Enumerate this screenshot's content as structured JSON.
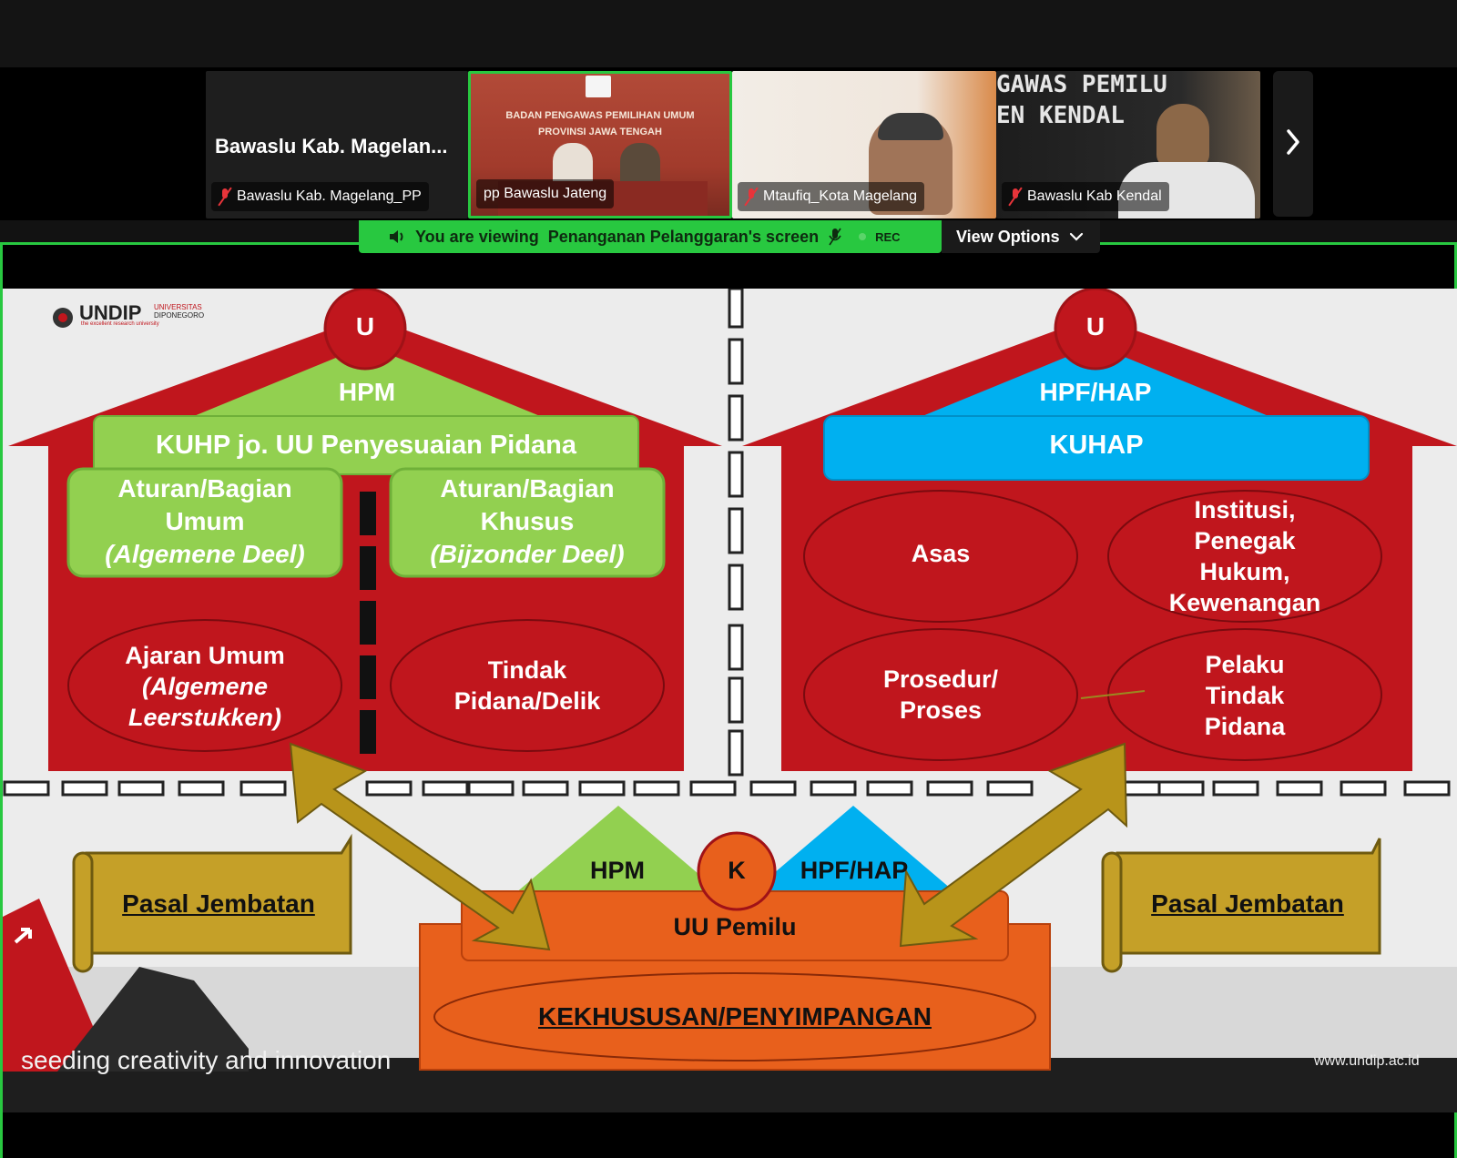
{
  "meeting": {
    "tiles": [
      {
        "name": "Bawaslu Kab. Magelang_PP",
        "big_label": "Bawaslu Kab. Magelan...",
        "muted": true
      },
      {
        "name": "pp Bawaslu Jateng",
        "muted": false,
        "backdrop_line1": "BADAN PENGAWAS PEMILIHAN UMUM",
        "backdrop_line2": "PROVINSI JAWA TENGAH"
      },
      {
        "name": "Mtaufiq_Kota Magelang",
        "muted": true
      },
      {
        "name": "Bawaslu Kab Kendal",
        "muted": true,
        "backdrop_text": "GAWAS PEMILU EN KENDAL"
      }
    ],
    "next_icon": "chevron-right-icon",
    "share_bar": {
      "prefix": "You are viewing",
      "owner_screen": "Penanganan Pelanggaran's screen",
      "rec": "REC",
      "speaker_icon": "speaker-icon",
      "mic_icon": "mic-icon"
    },
    "view_options": "View Options",
    "colors": {
      "accent_green": "#28c840",
      "mute_red": "#e8343a"
    }
  },
  "slide": {
    "logo": {
      "name": "UNDIP",
      "sub1": "UNIVERSITAS",
      "sub2": "DIPONEGORO",
      "tagline": "the excellent research university"
    },
    "left_house": {
      "roof_circle": "U",
      "gable": "HPM",
      "beam": "KUHP jo. UU Penyesuaian Pidana",
      "box_left": {
        "l1": "Aturan/Bagian",
        "l2": "Umum",
        "l3": "(Algemene Deel)"
      },
      "box_right": {
        "l1": "Aturan/Bagian",
        "l2": "Khusus",
        "l3": "(Bijzonder Deel)"
      },
      "oval_left": {
        "l1": "Ajaran Umum",
        "l2": "(Algemene",
        "l3": "Leerstukken)"
      },
      "oval_right": {
        "l1": "Tindak",
        "l2": "Pidana/Delik"
      }
    },
    "right_house": {
      "roof_circle": "U",
      "gable": "HPF/HAP",
      "beam": "KUHAP",
      "oval_tl": "Asas",
      "oval_tr": {
        "l1": "Institusi,",
        "l2": "Penegak",
        "l3": "Hukum,",
        "l4": "Kewenangan"
      },
      "oval_bl": {
        "l1": "Prosedur/",
        "l2": "Proses"
      },
      "oval_br": {
        "l1": "Pelaku",
        "l2": "Tindak",
        "l3": "Pidana"
      }
    },
    "bottom": {
      "hpm": "HPM",
      "k": "K",
      "hpf": "HPF/HAP",
      "uu": "UU Pemilu",
      "special": "KEKHUSUSAN/PENYIMPANGAN",
      "scroll_left": "Pasal Jembatan",
      "scroll_right": "Pasal Jembatan"
    },
    "footer": {
      "motto": "seeding creativity and innovation",
      "url": "www.undip.ac.id"
    },
    "colors": {
      "red": "#c0161d",
      "dark_red": "#a01217",
      "green": "#92d050",
      "blue": "#00b0f0",
      "orange": "#e8601c",
      "gold": "#b8941a"
    }
  }
}
